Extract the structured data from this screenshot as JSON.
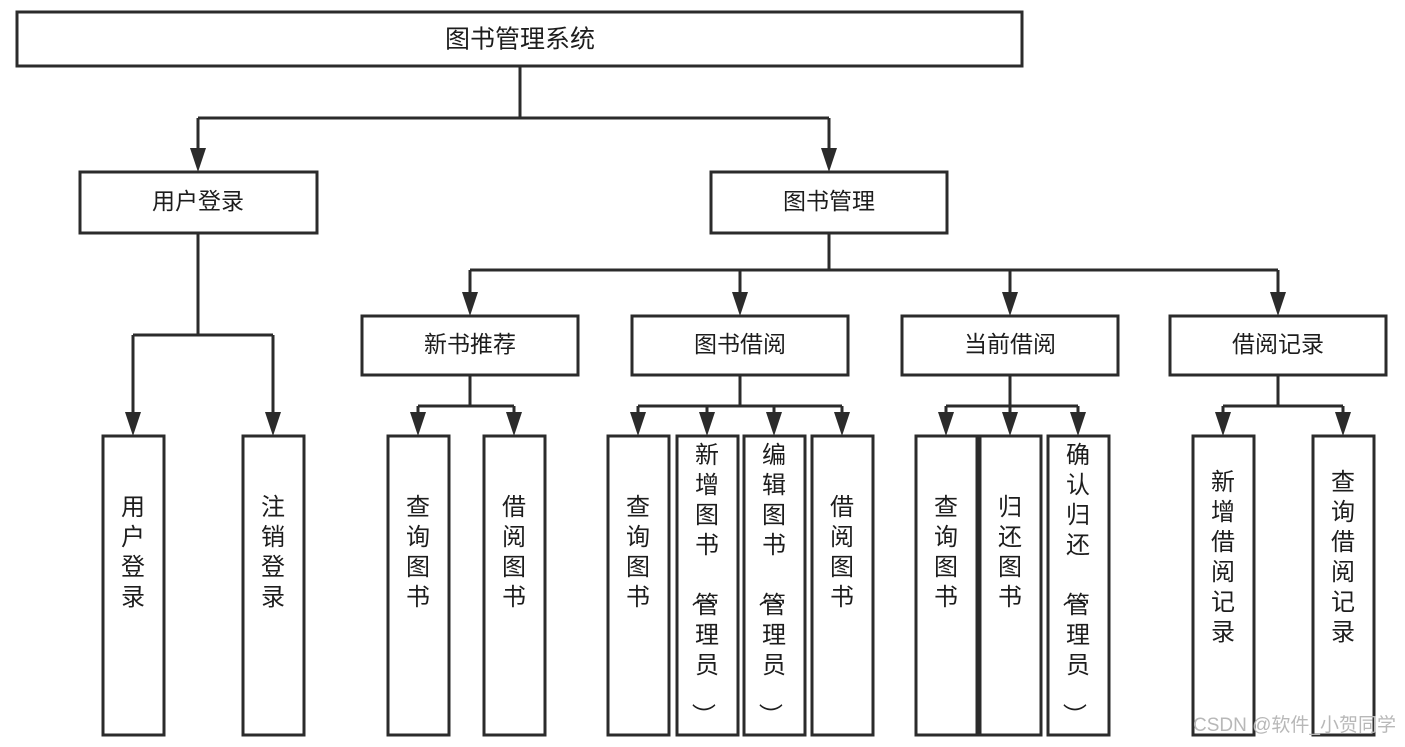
{
  "diagram": {
    "type": "tree-structure-chart",
    "title": "图书管理系统",
    "orientation": "top-down",
    "colors": {
      "box_stroke": "#2b2b2b",
      "box_fill": "#ffffff",
      "text": "#1d1d1d",
      "background": "#ffffff",
      "watermark": "#b8b8b8"
    },
    "root": {
      "label": "图书管理系统"
    },
    "level2": [
      {
        "label": "用户登录"
      },
      {
        "label": "图书管理"
      }
    ],
    "level3": [
      {
        "label": "新书推荐"
      },
      {
        "label": "图书借阅"
      },
      {
        "label": "当前借阅"
      },
      {
        "label": "借阅记录"
      }
    ],
    "leaves_user_login": [
      {
        "label": "用户登录"
      },
      {
        "label": "注销登录"
      }
    ],
    "leaves_new_book": [
      {
        "label": "查询图书"
      },
      {
        "label": "借阅图书"
      }
    ],
    "leaves_borrow": [
      {
        "label": "查询图书"
      },
      {
        "label": "新增图书（管理员）"
      },
      {
        "label": "编辑图书（管理员）"
      },
      {
        "label": "借阅图书"
      }
    ],
    "leaves_current": [
      {
        "label": "查询图书"
      },
      {
        "label": "归还图书"
      },
      {
        "label": "确认归还（管理员）"
      }
    ],
    "leaves_record": [
      {
        "label": "新增借阅记录"
      },
      {
        "label": "查询借阅记录"
      }
    ]
  },
  "watermark": {
    "text": "CSDN @软件_小贺同学"
  }
}
